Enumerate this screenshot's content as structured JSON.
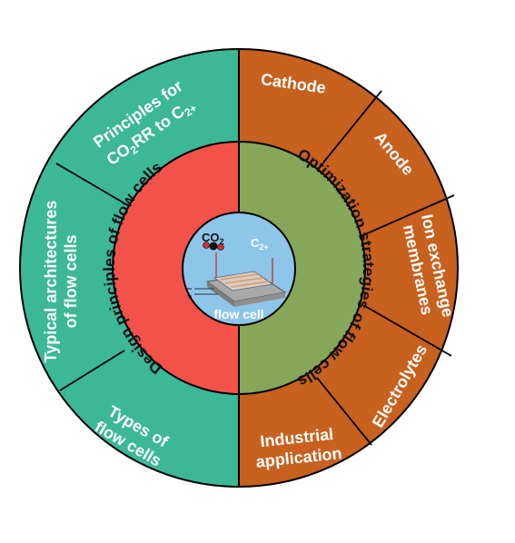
{
  "colors": {
    "outer_left": "#3cb896",
    "outer_right": "#c8601e",
    "inner_left": "#f2524a",
    "inner_right": "#86a75a",
    "center": "#8ec6ea"
  },
  "center": {
    "co2_label": "CO",
    "co2_sub": "2",
    "c2_label": "C",
    "c2_sub": "2+",
    "caption": "flow cell",
    "icon": "flow-cell-icon"
  },
  "inner_ring": {
    "left_label": "Design principles of flow cells",
    "right_label": "Optimization strategies of flow cells"
  },
  "outer_left": [
    {
      "line1": "Principles for",
      "line2_a": "CO",
      "line2_sub": "2",
      "line2_b": "RR to C",
      "line2_sub2": "2+"
    },
    {
      "line1": "Typical architectures",
      "line2": "of flow cells"
    },
    {
      "line1": "Types of",
      "line2": "flow cells"
    }
  ],
  "outer_right": [
    {
      "label": "Cathode"
    },
    {
      "label": "Anode"
    },
    {
      "line1": "Ion exchange",
      "line2": "membranes"
    },
    {
      "label": "Electrolytes"
    },
    {
      "line1": "Industrial",
      "line2": "application"
    }
  ]
}
